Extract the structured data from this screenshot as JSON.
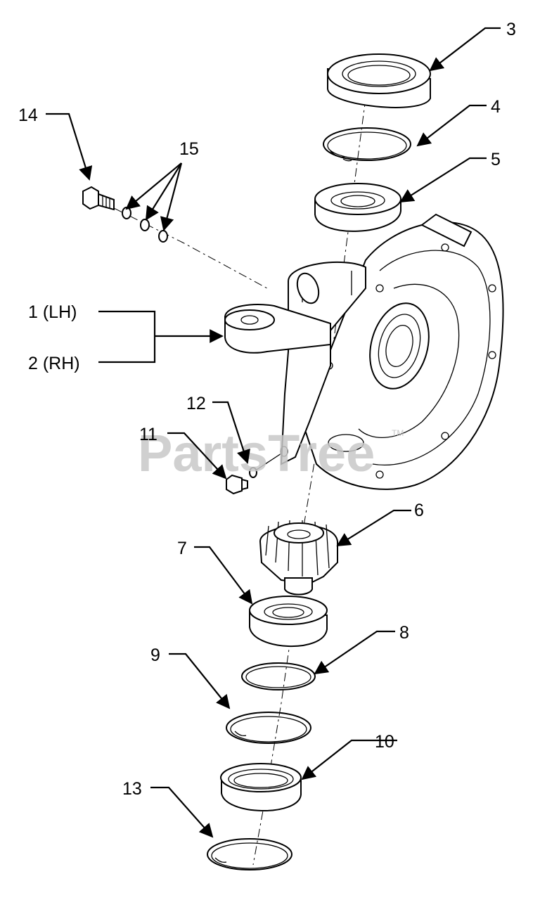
{
  "watermark": {
    "brand": "PartsTree",
    "trademark": "TM"
  },
  "callouts": {
    "c1": "1 (LH)",
    "c2": "2 (RH)",
    "c3": "3",
    "c4": "4",
    "c5": "5",
    "c6": "6",
    "c7": "7",
    "c8": "8",
    "c9": "9",
    "c10": "10",
    "c11": "11",
    "c12": "12",
    "c13": "13",
    "c14": "14",
    "c15": "15"
  }
}
